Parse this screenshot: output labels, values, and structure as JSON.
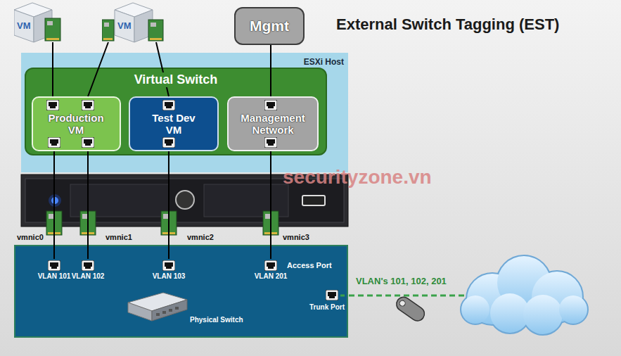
{
  "diagram": {
    "title": "External Switch Tagging (EST)",
    "nodes": [
      {
        "text": [
          "VM"
        ]
      },
      {
        "text": [
          "VM"
        ]
      },
      {
        "text": [
          "Mgmt"
        ]
      },
      {
        "text": [
          "ESXi Host"
        ]
      },
      {
        "text": [
          "Virtual Switch"
        ],
        "in": 3
      },
      {
        "text": [
          "Production VM"
        ],
        "in": 4
      },
      {
        "text": [
          "Test Dev VM"
        ],
        "in": 4
      },
      {
        "text": [
          "Management Network"
        ],
        "in": 4
      },
      {
        "text": [
          "Physical Switch"
        ]
      },
      {
        "text": [
          "VLAN 101"
        ],
        "in": 8
      },
      {
        "text": [
          "VLAN 102"
        ],
        "in": 8
      },
      {
        "text": [
          "VLAN 103"
        ],
        "in": 8
      },
      {
        "text": [
          "VLAN 201"
        ],
        "in": 8
      },
      {
        "text": [
          "Trunk Port"
        ],
        "in": 8
      }
    ],
    "edges": [
      {
        "from": 0,
        "to": 5,
        "arrow": "none"
      },
      {
        "from": 1,
        "to": 5,
        "arrow": "none"
      },
      {
        "from": 1,
        "to": 6,
        "arrow": "none"
      },
      {
        "from": 2,
        "to": 7,
        "arrow": "none"
      },
      {
        "from": 5,
        "to": 9,
        "arrow": "none"
      },
      {
        "from": 5,
        "to": 10,
        "arrow": "none"
      },
      {
        "from": 6,
        "to": 11,
        "arrow": "none"
      },
      {
        "from": 7,
        "to": 12,
        "arrow": "none"
      }
    ],
    "labels": [
      "vmnic0",
      "vmnic1",
      "vmnic2",
      "vmnic3",
      "Access Port",
      "VLAN's 101, 102, 201",
      "securityzone.vn"
    ]
  }
}
